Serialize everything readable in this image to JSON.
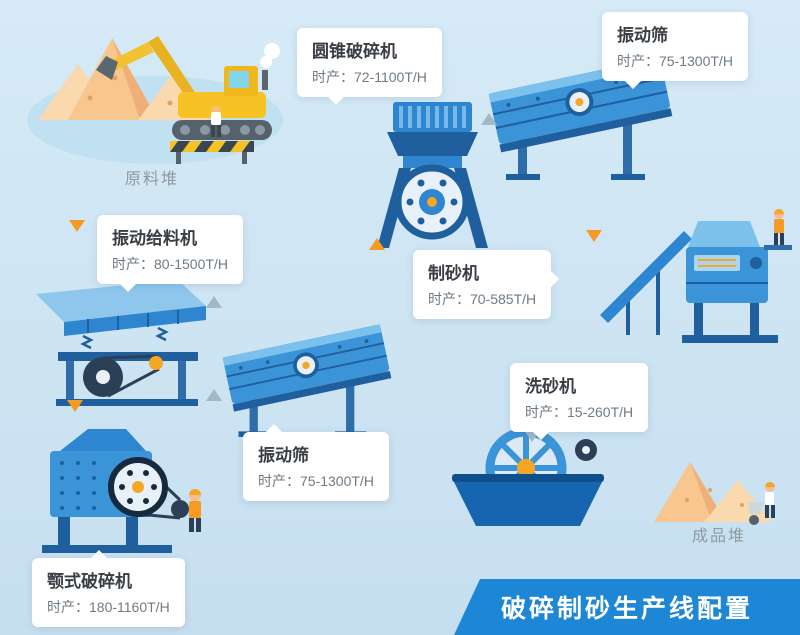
{
  "banner": {
    "label": "破碎制砂生产线配置"
  },
  "piles": {
    "raw": "原料堆",
    "finished": "成品堆"
  },
  "callouts": {
    "cone_crusher": {
      "title": "圆锥破碎机",
      "capacity": "时产：72-1100T/H"
    },
    "screen_top": {
      "title": "振动筛",
      "capacity": "时产：75-1300T/H"
    },
    "feeder": {
      "title": "振动给料机",
      "capacity": "时产：80-1500T/H"
    },
    "sand_maker": {
      "title": "制砂机",
      "capacity": "时产：70-585T/H"
    },
    "screen_mid": {
      "title": "振动筛",
      "capacity": "时产：75-1300T/H"
    },
    "sand_washer": {
      "title": "洗砂机",
      "capacity": "时产：15-260T/H"
    },
    "jaw_crusher": {
      "title": "颚式破碎机",
      "capacity": "时产：180-1160T/H"
    }
  },
  "colors": {
    "background": "#cde4f2",
    "banner_blue": "#1d86d5",
    "machine_blue": "#3b93d8",
    "machine_dark_blue": "#1f5f9e",
    "arrow_orange": "#f59a23",
    "arrow_gray": "#a3b8c6",
    "sand_peach": "#f8c78f"
  }
}
